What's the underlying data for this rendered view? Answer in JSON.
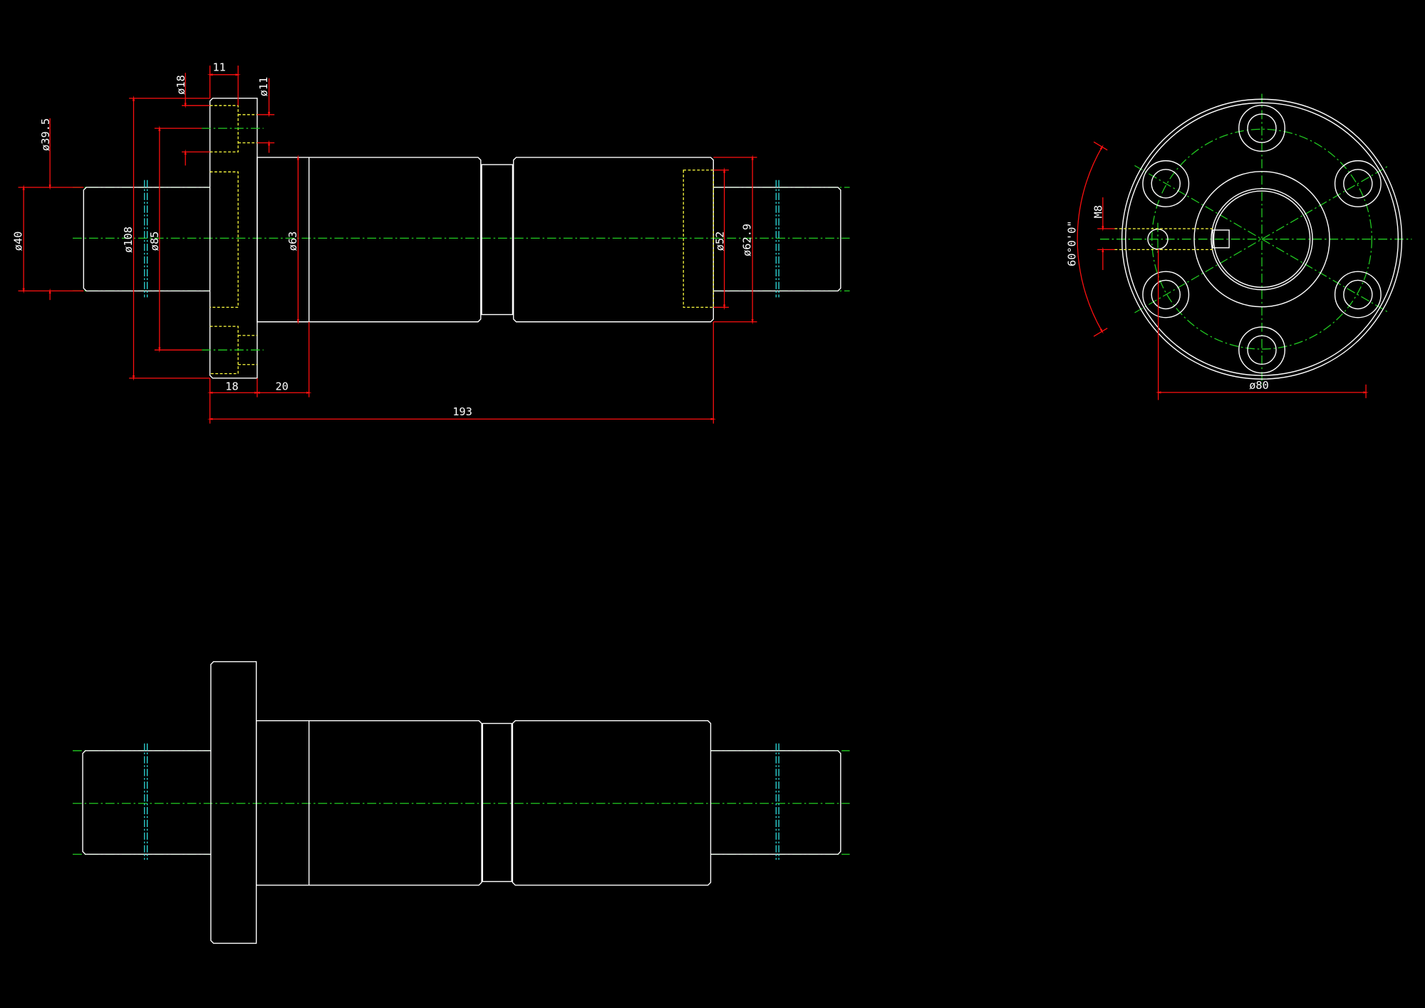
{
  "drawing": {
    "colors": {
      "background": "#000000",
      "outline": "#ffffff",
      "dimension": "#ff1010",
      "centerline": "#22cc22",
      "hidden": "#ffff40",
      "thread": "#30e0e0"
    },
    "front_view_dimensions": {
      "flange_hole_spacing": "11",
      "counterbore_dia": "ø18",
      "through_hole_dia": "ø11",
      "shaft_minor_dia": "ø39.5",
      "shaft_dia": "ø40",
      "flange_dia": "ø108",
      "bolt_circle_dia": "ø85",
      "body_dia": "ø63",
      "bore_dia": "ø52",
      "body_end_dia": "ø62.9",
      "flange_thickness": "18",
      "step_length": "20",
      "overall_length": "193"
    },
    "end_view_dimensions": {
      "hole_angle": "60°0'0\"",
      "tapped_hole": "M8",
      "outer_dia": "ø80"
    }
  }
}
